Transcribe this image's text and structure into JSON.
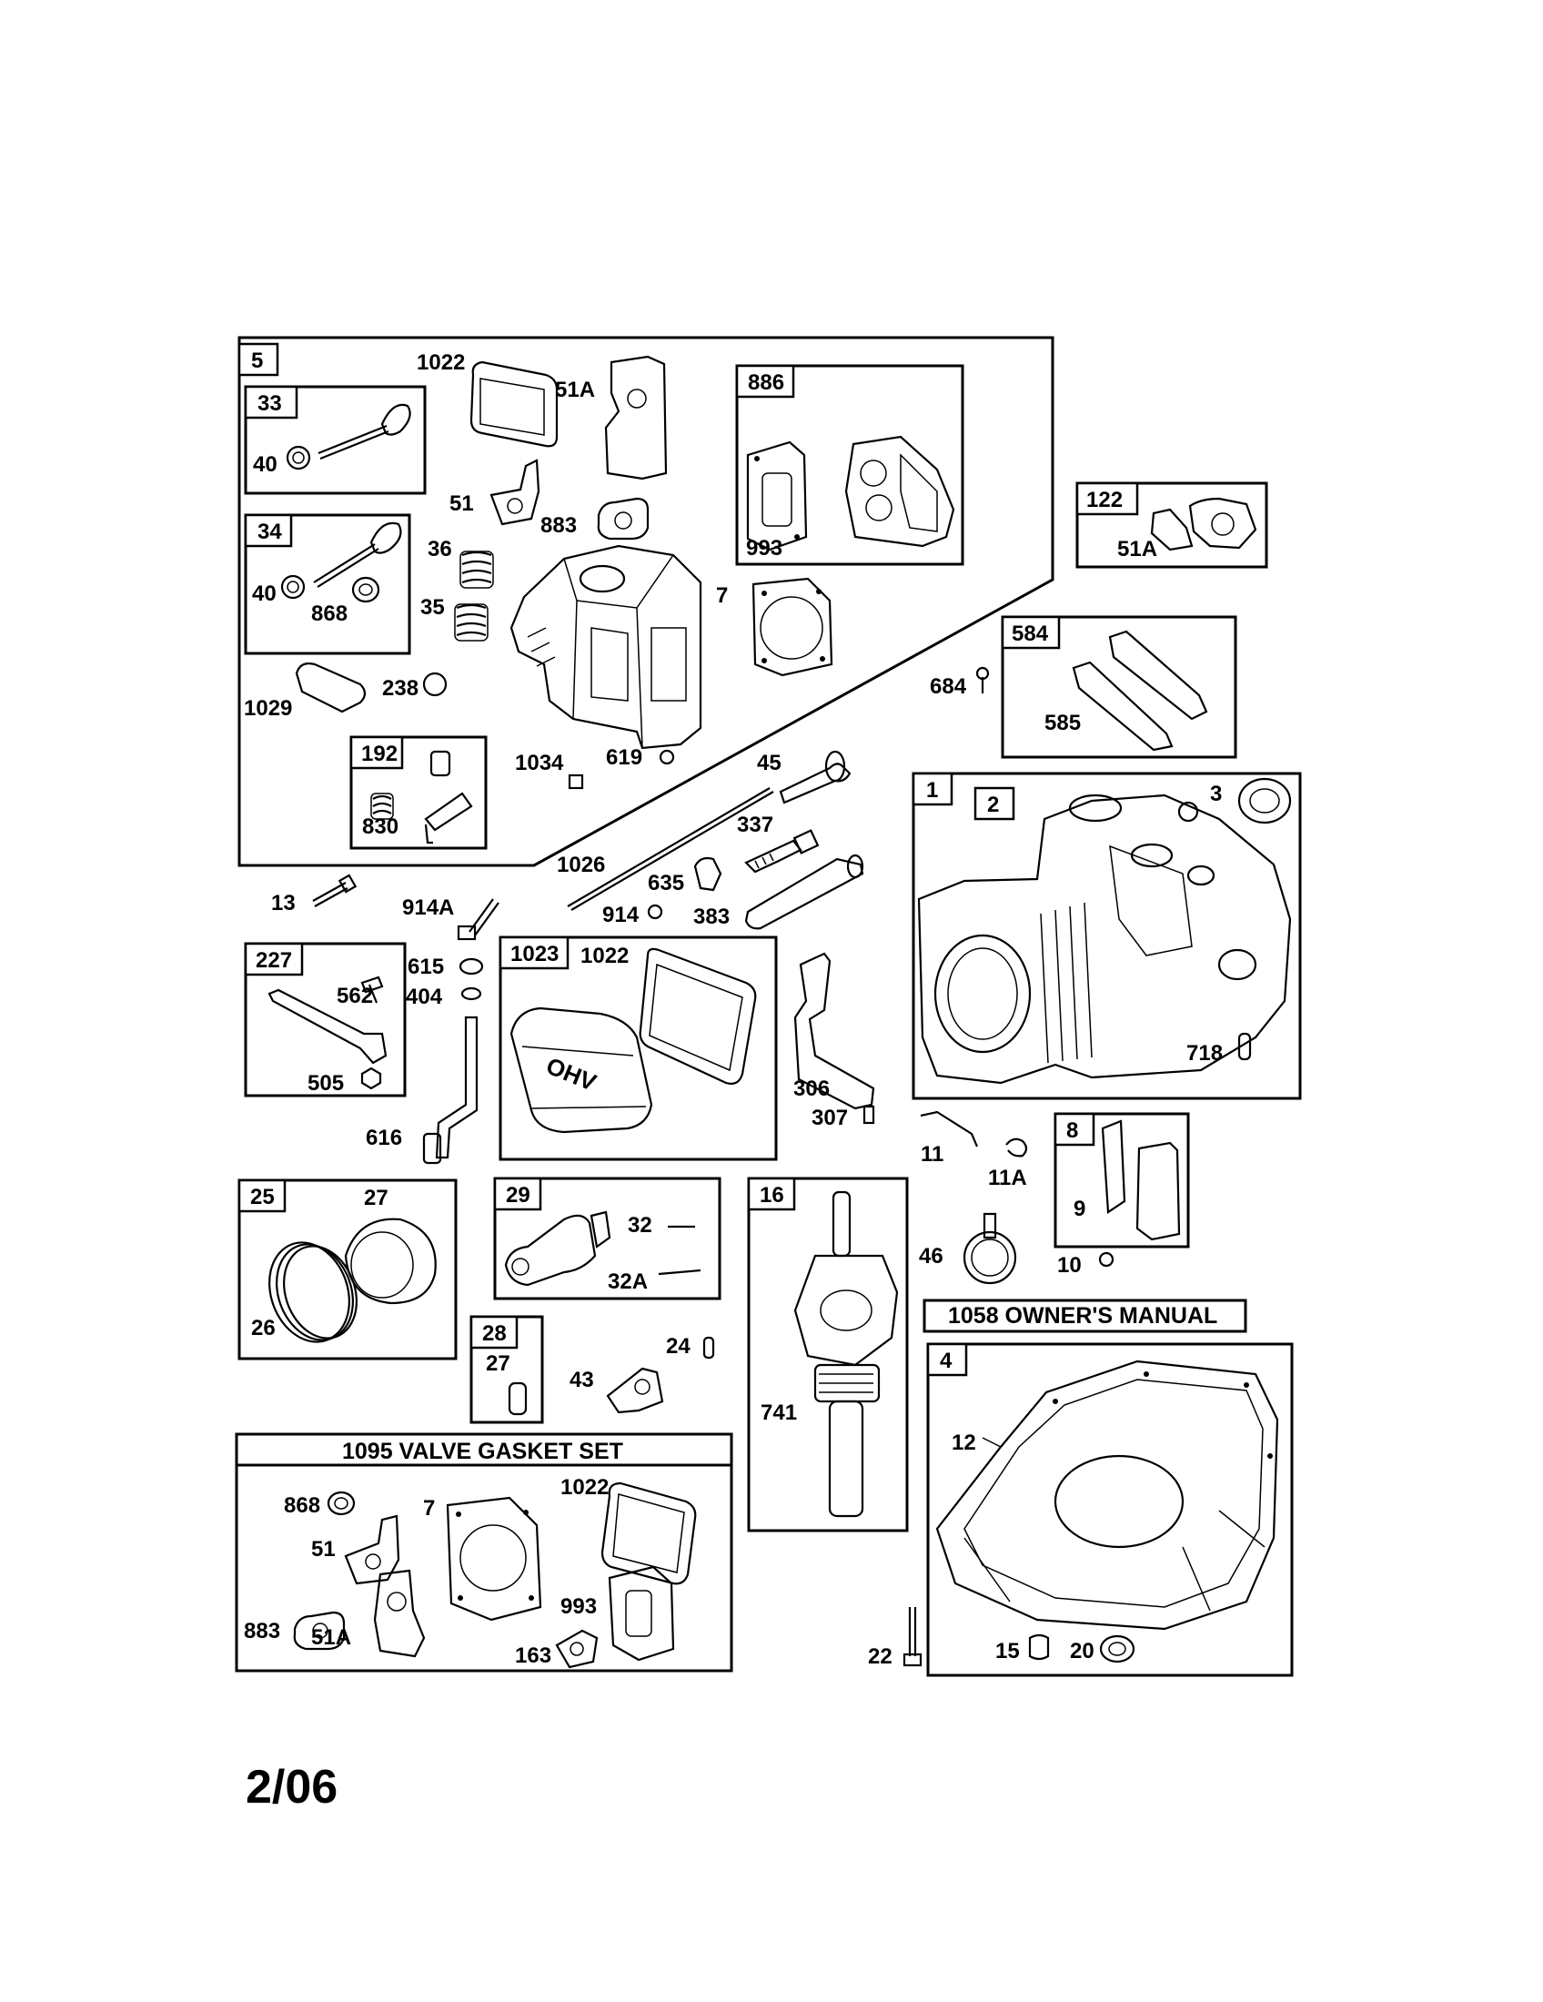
{
  "groups": {
    "g5": "5",
    "g33": "33",
    "g34": "34",
    "g192": "192",
    "g886": "886",
    "g122": "122",
    "g584": "584",
    "g1": "1",
    "g2": "2",
    "g227": "227",
    "g1023": "1023",
    "g8": "8",
    "g25": "25",
    "g29": "29",
    "g16": "16",
    "g28": "28",
    "g4": "4"
  },
  "titles": {
    "owners_manual": "1058 OWNER'S MANUAL",
    "valve_gasket_set": "1095 VALVE GASKET SET"
  },
  "parts": {
    "p1022a": "1022",
    "p51A_a": "51A",
    "p40a": "40",
    "p40b": "40",
    "p868a": "868",
    "p51a": "51",
    "p883a": "883",
    "p36": "36",
    "p35": "35",
    "p7a": "7",
    "p993a": "993",
    "p51A_b": "51A",
    "p1029": "1029",
    "p238": "238",
    "p684": "684",
    "p585": "585",
    "p830": "830",
    "p1034": "1034",
    "p619": "619",
    "p45": "45",
    "p3": "3",
    "p337": "337",
    "p1026": "1026",
    "p635": "635",
    "p13": "13",
    "p914A": "914A",
    "p914": "914",
    "p383": "383",
    "p562": "562",
    "p615": "615",
    "p404": "404",
    "p1022b": "1022",
    "p505": "505",
    "p616": "616",
    "p306": "306",
    "p307": "307",
    "p718": "718",
    "p11": "11",
    "p11A": "11A",
    "p9": "9",
    "p27a": "27",
    "p32": "32",
    "p32A": "32A",
    "p26": "26",
    "p46": "46",
    "p10": "10",
    "p27b": "27",
    "p24": "24",
    "p43": "43",
    "p741": "741",
    "p12": "12",
    "p868b": "868",
    "p7b": "7",
    "p1022c": "1022",
    "p51b": "51",
    "p883b": "883",
    "p993b": "993",
    "p51A_c": "51A",
    "p163": "163",
    "p22": "22",
    "p15": "15",
    "p20": "20"
  },
  "footer": {
    "date": "2/06"
  }
}
